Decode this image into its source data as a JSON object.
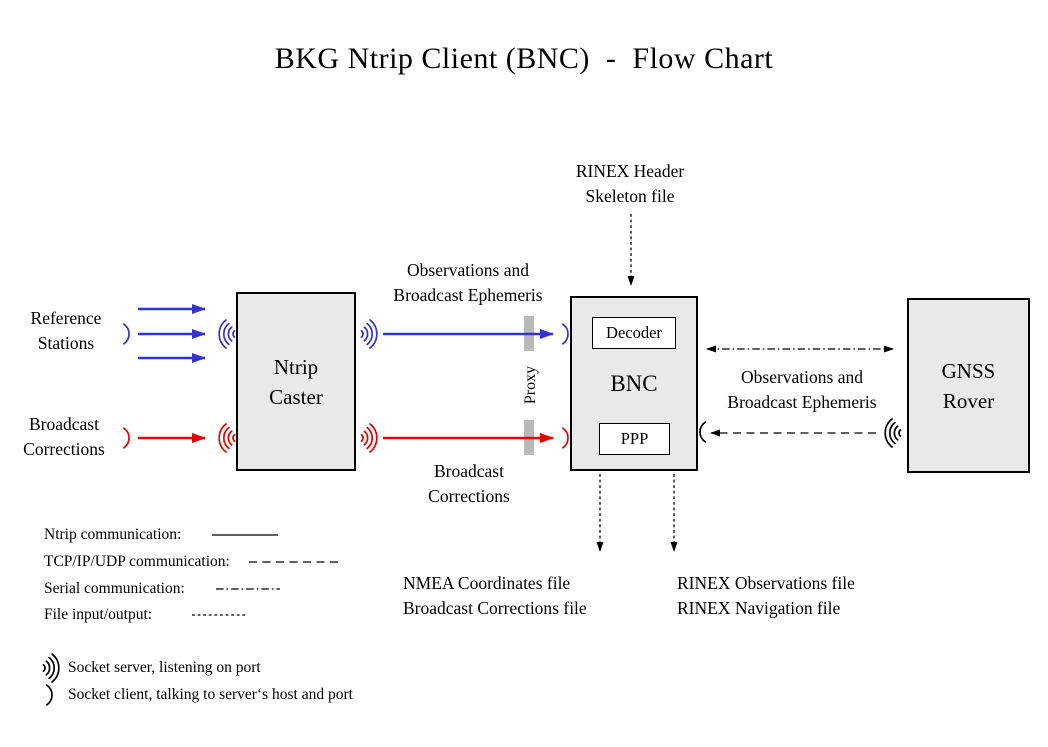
{
  "title": "BKG Ntrip Client (BNC)  -  Flow Chart",
  "boxes": {
    "ntrip_caster": "Ntrip\nCaster",
    "bnc": "BNC",
    "decoder": "Decoder",
    "ppp": "PPP",
    "gnss_rover": "GNSS\nRover"
  },
  "labels": {
    "reference_stations": "Reference\nStations",
    "broadcast_corrections_in": "Broadcast\nCorrections",
    "observations_ephemeris_caster_to_bnc": "Observations and\nBroadcast Ephemeris",
    "broadcast_corrections_caster_to_bnc": "Broadcast\nCorrections",
    "rinex_header_skeleton": "RINEX Header\nSkeleton file",
    "observations_ephemeris_rover_to_bnc": "Observations and\nBroadcast Ephemeris",
    "proxy": "Proxy",
    "nmea_outputs": "NMEA Coordinates file\nBroadcast Corrections file",
    "rinex_outputs": "RINEX Observations file\nRINEX Navigation file"
  },
  "legend": {
    "ntrip": "Ntrip communication:",
    "tcp": "TCP/IP/UDP communication:",
    "serial": "Serial communication:",
    "file": "File input/output:"
  },
  "socket_legend": {
    "server": "Socket server, listening on port",
    "client": "Socket client, talking to server‘s host and port"
  },
  "colors": {
    "ntrip_blue": "#3333cc",
    "corrections_red": "#e00000",
    "box_fill": "#e9e9e9",
    "proxy_gray": "#b9b9b9"
  }
}
